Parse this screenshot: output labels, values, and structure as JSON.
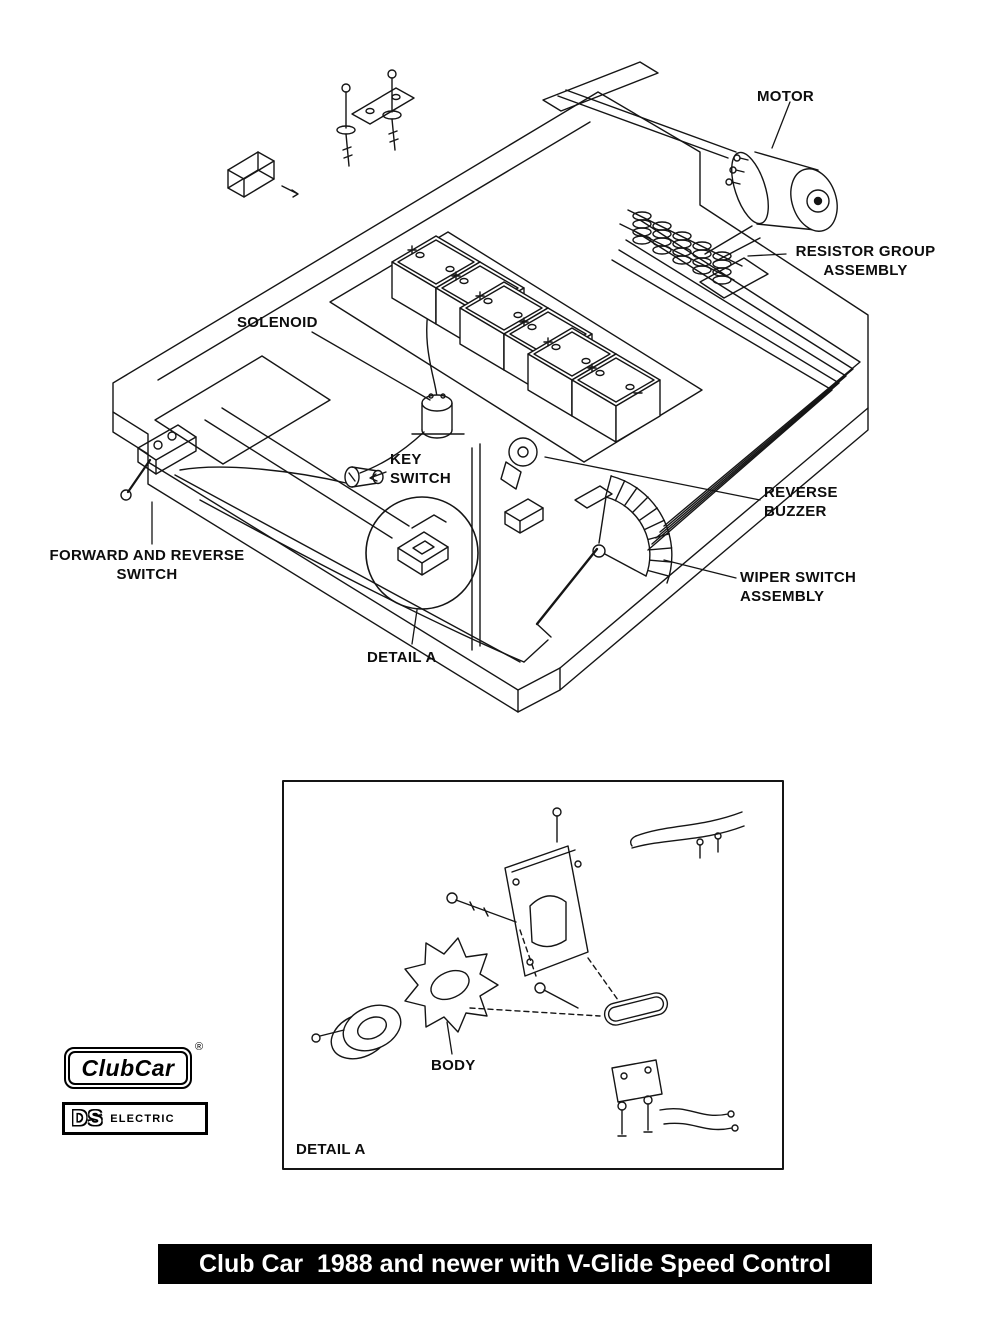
{
  "page": {
    "title_bar": {
      "text": "Club Car  1988 and newer with V-Glide Speed Control"
    }
  },
  "main_diagram": {
    "labels": {
      "motor": "MOTOR",
      "resistor_group_assembly": "RESISTOR GROUP\nASSEMBLY",
      "solenoid": "SOLENOID",
      "key_switch": "KEY\nSWITCH",
      "reverse_buzzer": "REVERSE\nBUZZER",
      "forward_and_reverse_switch": "FORWARD AND REVERSE\nSWITCH",
      "wiper_switch_assembly": "WIPER SWITCH\nASSEMBLY",
      "detail_a": "DETAIL A"
    }
  },
  "detail_box": {
    "labels": {
      "body": "BODY",
      "detail_a": "DETAIL A"
    }
  },
  "badges": {
    "club_car": "ClubCar",
    "registered_mark": "®",
    "ds": "DS",
    "electric": "ELECTRIC"
  }
}
